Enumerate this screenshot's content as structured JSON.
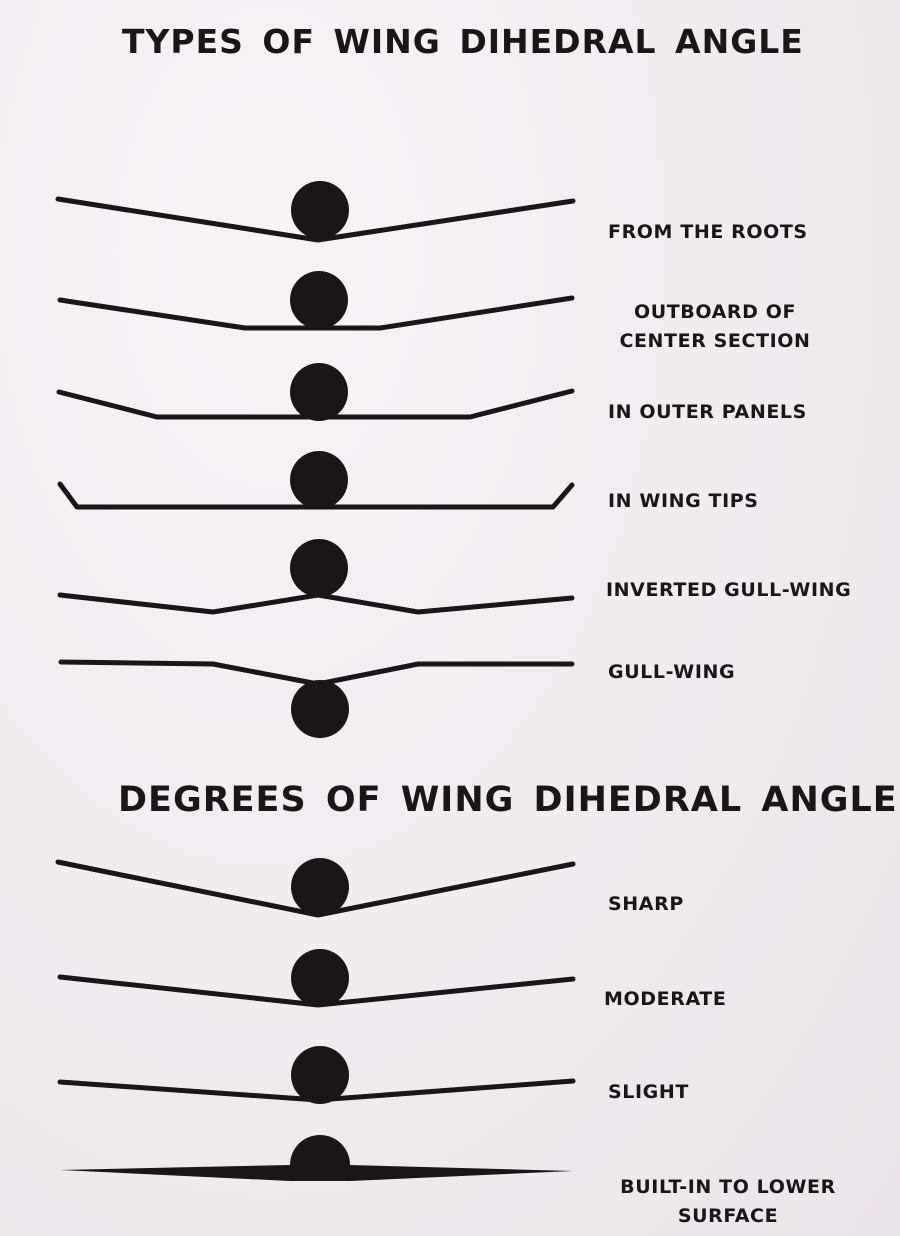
{
  "titles": {
    "types": "TYPES OF WING DIHEDRAL ANGLE",
    "degrees": "DEGREES OF WING DIHEDRAL ANGLE"
  },
  "types": [
    {
      "label": [
        "FROM THE ROOTS"
      ]
    },
    {
      "label": [
        "OUTBOARD OF",
        "CENTER SECTION"
      ]
    },
    {
      "label": [
        "IN OUTER PANELS"
      ]
    },
    {
      "label": [
        "IN WING TIPS"
      ]
    },
    {
      "label": [
        "INVERTED GULL-WING"
      ]
    },
    {
      "label": [
        "GULL-WING"
      ]
    }
  ],
  "degrees": [
    {
      "label": [
        "SHARP"
      ]
    },
    {
      "label": [
        "MODERATE"
      ]
    },
    {
      "label": [
        "SLIGHT"
      ]
    },
    {
      "label": [
        "BUILT-IN TO LOWER",
        "SURFACE"
      ]
    }
  ],
  "colors": {
    "ink": "#1c1517",
    "paper": "#f3eef3"
  }
}
